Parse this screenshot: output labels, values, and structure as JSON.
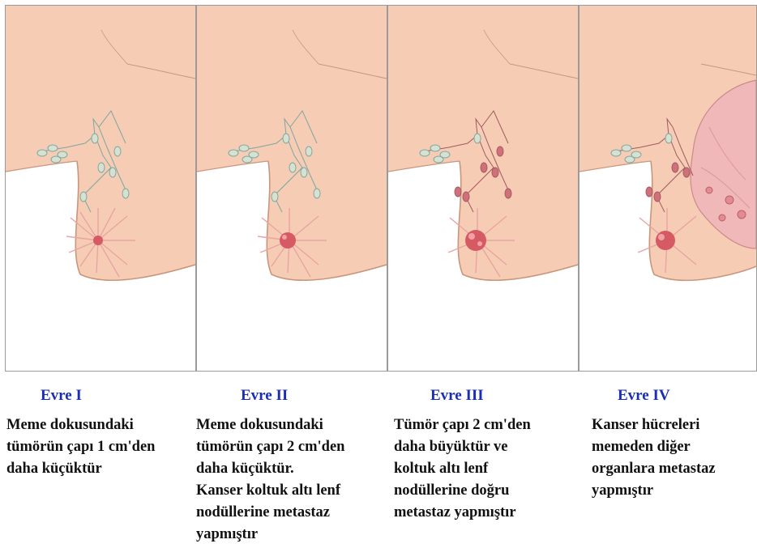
{
  "stages": [
    {
      "title": "Evre I",
      "description": "Meme dokusundaki\ntümörün çapı 1 cm'den\ndaha küçüktür"
    },
    {
      "title": "Evre II",
      "description": "Meme dokusundaki\ntümörün çapı 2 cm'den\ndaha küçüktür.\nKanser koltuk altı lenf\nnodüllerine metastaz\n yapmıştır"
    },
    {
      "title": "Evre III",
      "description": "Tümör çapı 2 cm'den\ndaha büyüktür ve\nkoltuk altı lenf\nnodüllerine doğru\nmetastaz yapmıştır"
    },
    {
      "title": "Evre IV",
      "description": "Kanser hücreleri\nmemeden diğer\norganlara metastaz\nyapmıştır"
    }
  ],
  "colors": {
    "skin": "#f6cdb4",
    "skin_edge": "#c9967d",
    "title": "#1a2db3",
    "node_healthy": "#d5e2d2",
    "node_affected": "#d2707a",
    "tumor": "#d65a64",
    "lung": "#f0b8b8"
  }
}
